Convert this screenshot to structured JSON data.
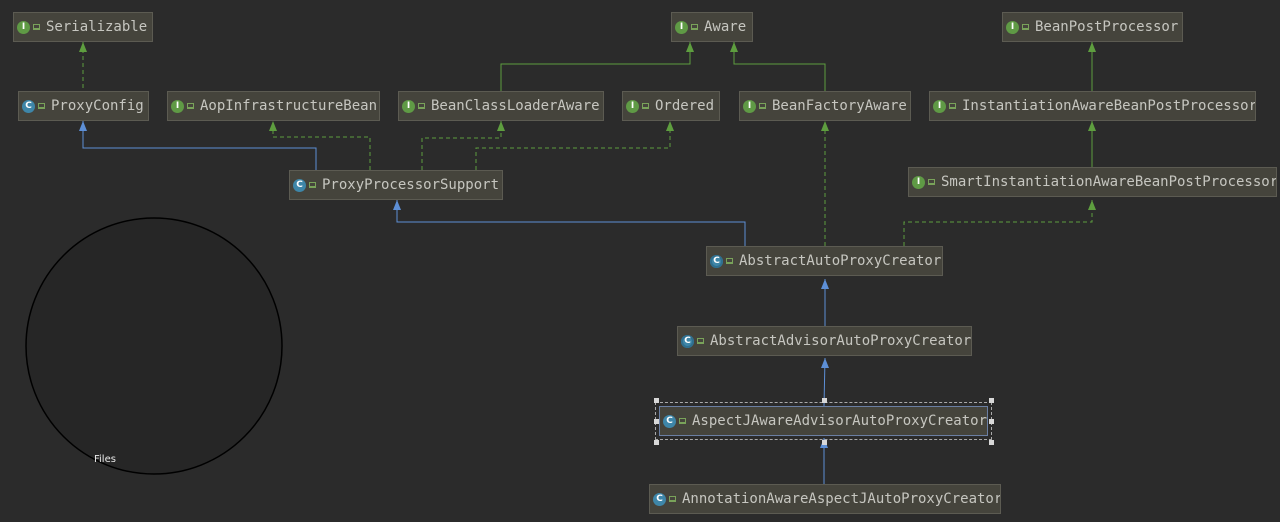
{
  "diagram": {
    "nodes": [
      {
        "id": "serializable",
        "kind": "interface",
        "label": "Serializable"
      },
      {
        "id": "aware",
        "kind": "interface",
        "label": "Aware"
      },
      {
        "id": "bean-post-processor",
        "kind": "interface",
        "label": "BeanPostProcessor"
      },
      {
        "id": "proxy-config",
        "kind": "class",
        "label": "ProxyConfig"
      },
      {
        "id": "aop-infrastructure-bean",
        "kind": "interface",
        "label": "AopInfrastructureBean"
      },
      {
        "id": "bean-class-loader-aware",
        "kind": "interface",
        "label": "BeanClassLoaderAware"
      },
      {
        "id": "ordered",
        "kind": "interface",
        "label": "Ordered"
      },
      {
        "id": "bean-factory-aware",
        "kind": "interface",
        "label": "BeanFactoryAware"
      },
      {
        "id": "instantiation-aware-bpp",
        "kind": "interface",
        "label": "InstantiationAwareBeanPostProcessor"
      },
      {
        "id": "proxy-processor-support",
        "kind": "class",
        "label": "ProxyProcessorSupport"
      },
      {
        "id": "smart-instantiation-aware-bpp",
        "kind": "interface",
        "label": "SmartInstantiationAwareBeanPostProcessor"
      },
      {
        "id": "abstract-auto-proxy-creator",
        "kind": "abstract",
        "label": "AbstractAutoProxyCreator"
      },
      {
        "id": "abstract-advisor-auto-proxy-creator",
        "kind": "abstract",
        "label": "AbstractAdvisorAutoProxyCreator"
      },
      {
        "id": "aspectj-aware-advisor-auto-proxy-creator",
        "kind": "class",
        "label": "AspectJAwareAdvisorAutoProxyCreator"
      },
      {
        "id": "annotation-aware-aspectj-auto-proxy-creator",
        "kind": "class",
        "label": "AnnotationAwareAspectJAutoProxyCreator"
      }
    ],
    "edges": [
      {
        "from": "proxy-config",
        "to": "serializable",
        "type": "implements"
      },
      {
        "from": "bean-class-loader-aware",
        "to": "aware",
        "type": "extends-interface"
      },
      {
        "from": "bean-factory-aware",
        "to": "aware",
        "type": "extends-interface"
      },
      {
        "from": "instantiation-aware-bpp",
        "to": "bean-post-processor",
        "type": "extends-interface"
      },
      {
        "from": "smart-instantiation-aware-bpp",
        "to": "instantiation-aware-bpp",
        "type": "extends-interface"
      },
      {
        "from": "proxy-processor-support",
        "to": "proxy-config",
        "type": "extends"
      },
      {
        "from": "proxy-processor-support",
        "to": "aop-infrastructure-bean",
        "type": "implements"
      },
      {
        "from": "proxy-processor-support",
        "to": "bean-class-loader-aware",
        "type": "implements"
      },
      {
        "from": "proxy-processor-support",
        "to": "ordered",
        "type": "implements"
      },
      {
        "from": "abstract-auto-proxy-creator",
        "to": "proxy-processor-support",
        "type": "extends"
      },
      {
        "from": "abstract-auto-proxy-creator",
        "to": "bean-factory-aware",
        "type": "implements"
      },
      {
        "from": "abstract-auto-proxy-creator",
        "to": "smart-instantiation-aware-bpp",
        "type": "implements"
      },
      {
        "from": "abstract-advisor-auto-proxy-creator",
        "to": "abstract-auto-proxy-creator",
        "type": "extends"
      },
      {
        "from": "aspectj-aware-advisor-auto-proxy-creator",
        "to": "abstract-advisor-auto-proxy-creator",
        "type": "extends"
      },
      {
        "from": "annotation-aware-aspectj-auto-proxy-creator",
        "to": "aspectj-aware-advisor-auto-proxy-creator",
        "type": "extends"
      }
    ],
    "selected_node": "aspectj-aware-advisor-auto-proxy-creator",
    "colors": {
      "background": "#2b2b2b",
      "node_fill": "#45443c",
      "node_text": "#c6c6c0",
      "interface_badge": "#5f9a45",
      "class_badge": "#3e86a8",
      "extends_edge": "#5d8fd6",
      "implements_edge": "#5e9e3f"
    },
    "badge_letters": {
      "interface": "I",
      "class": "C",
      "abstract": "C"
    }
  },
  "overlay": {
    "files_label": "Files"
  }
}
